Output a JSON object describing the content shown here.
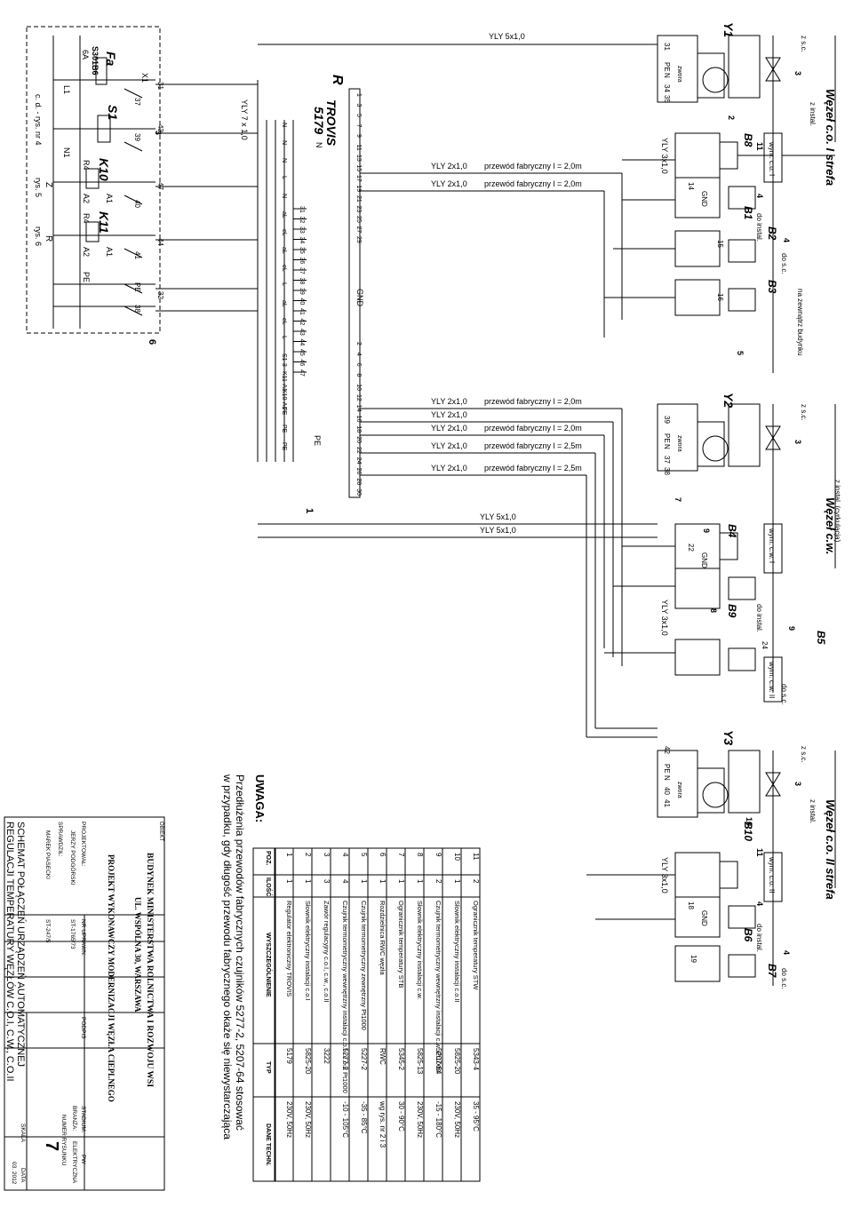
{
  "page": {
    "background": "#ffffff",
    "ink": "#000000"
  },
  "left_panel": {
    "fa_title": "Fa",
    "fa_type": "S301B6",
    "fa_rating": "6A",
    "s1_label": "S1",
    "l1": "L1",
    "n1": "N1",
    "k10": "K10",
    "k11": "K11",
    "r4_a": "R4",
    "r4_b": "R4",
    "a1_a": "A1",
    "a1_b": "A1",
    "a2_a": "A2",
    "a2_b": "A2",
    "pe": "PE",
    "terminals_top": [
      "31",
      "43",
      "47",
      "44",
      "32"
    ],
    "terminals_x": [
      "37",
      "39",
      "40",
      "41",
      "PE",
      "38"
    ],
    "x1": "X1",
    "three": "3",
    "six": "6",
    "note_cd": "c. d. - rys. nr 4",
    "z_label": "Z",
    "r_label": "R",
    "rys5": "rys. 5",
    "rys6": "rys. 6"
  },
  "controller": {
    "ref": "R",
    "name": "TROVIS",
    "model": "5179",
    "cable_main": "YLY 7 x 1,0",
    "terms_left_top": [
      "1",
      "3",
      "5",
      "7",
      "9",
      "11",
      "13",
      "15",
      "17",
      "19",
      "21",
      "23",
      "25",
      "27",
      "29"
    ],
    "terms_left_bot": [
      "31",
      "32",
      "33",
      "34",
      "35",
      "36",
      "37",
      "38",
      "39",
      "40",
      "41",
      "42",
      "43",
      "44",
      "45",
      "46",
      "47"
    ],
    "terms_right": [
      "2",
      "4",
      "6",
      "8",
      "10",
      "12",
      "14",
      "16",
      "18",
      "20",
      "22",
      "24",
      "26",
      "28",
      "30"
    ],
    "gnd": "GND",
    "n": "N",
    "pe": "PE",
    "wire_labels": [
      "N",
      "N",
      "N",
      "L",
      "N",
      "aL",
      "eL",
      "aL",
      "eL",
      "L",
      "aL",
      "eL",
      "L",
      "S1-3",
      "K11-A1",
      "K10-A1",
      "PE",
      "PE",
      "PE"
    ],
    "one": "1"
  },
  "cables": {
    "yly5": "YLY 5x1,0",
    "yly2": "YLY 2x1,0",
    "yly3": "YLY 3x1,0",
    "fab20": "przewód fabryczny l = 2,0m",
    "fab25": "przewód fabryczny l = 2,5m"
  },
  "groups": [
    {
      "title": "Węzeł c.o. I strefa",
      "valve": "Y1",
      "sensors": [
        "B8",
        "B1",
        "B2",
        "B3"
      ],
      "terminals": [
        "31",
        "PE",
        "N",
        "34",
        "35",
        "14",
        "GND",
        "15",
        "16"
      ]
    },
    {
      "title": "Węzeł c.w.",
      "valve": "Y2",
      "sensors": [
        "B4",
        "B9",
        "B5"
      ],
      "terminals": [
        "39",
        "PE",
        "N",
        "37",
        "38",
        "22",
        "GND",
        "24"
      ]
    },
    {
      "title": "Węzeł c.o. II strefa",
      "valve": "Y3",
      "sensors": [
        "B10",
        "B6",
        "B7"
      ],
      "terminals": [
        "42",
        "PE",
        "N",
        "40",
        "41",
        "18",
        "GND",
        "19"
      ]
    }
  ],
  "field_labels": {
    "zsc": "z s.c.",
    "zinstal": "z instal.",
    "doinstal": "do instal.",
    "dosc": "do s.c.",
    "wymco": "wym. c.o. I",
    "wymcw": "wym. c.w. I",
    "wymcw2": "wym. c.w. II",
    "wymco2": "wym. c.o. II",
    "na_zewn": "na zewnątrz budynku",
    "zinstal_cyrk": "z instal. (cyrkulacja)",
    "zwora": "zwora",
    "mark_numbers": [
      "11",
      "4",
      "4",
      "5",
      "9",
      "8",
      "9",
      "7",
      "10",
      "11",
      "4",
      "4",
      "3",
      "3",
      "3",
      "2"
    ]
  },
  "note": {
    "title": "UWAGA:",
    "line1": "Przedłużenia przewodów fabrycznych czujników 5277-2, 5207-64 stosować",
    "line2": "w przypadku, gdy długość przewodu fabrycznego okaże się niewystarczająca"
  },
  "parts_table": {
    "headers": [
      "POZ.",
      "ILOŚĆ",
      "WYSZCZEGÓLNIENIE",
      "TYP",
      "DANE TECHN."
    ],
    "rows": [
      [
        "11",
        "2",
        "Ogranicznik temperatury STW",
        "5343-4",
        "35 - 95°C"
      ],
      [
        "10",
        "1",
        "Słownik elektryczny instalacji c.o.II",
        "5825-20",
        "230V, 50Hz"
      ],
      [
        "9",
        "2",
        "Czujnik termometryczny wewnętrzny instalacji c.w. Pt1000",
        "5207-64",
        "-15 - 180°C"
      ],
      [
        "8",
        "1",
        "Słownik elektryczny instalacji c.w.",
        "5825-13",
        "230V, 50Hz"
      ],
      [
        "7",
        "1",
        "Ogranicznik temperatury STB",
        "5345-2",
        "30 - 90°C"
      ],
      [
        "6",
        "1",
        "Rozdzielnica RWC węzła",
        "RWC",
        "wg rys. nr 2 i 3"
      ],
      [
        "5",
        "1",
        "Czujnik termometryczny zewnętrzny Pt1000",
        "5227-2",
        "-35 - 85°C"
      ],
      [
        "4",
        "4",
        "Czujnik termometryczny wewnętrzny instalacji c.o.I i c.o.II Pt1000",
        "5277-2",
        "-10 - 105°C"
      ],
      [
        "3",
        "3",
        "Zawór regulacyjny c.o.I, c.w., c.o.II",
        "3222",
        ""
      ],
      [
        "2",
        "1",
        "Słownik elektryczny instalacji c.o.I",
        "5825-20",
        "230V, 50Hz"
      ],
      [
        "1",
        "1",
        "Regulator elektroniczny TROVIS",
        "5179",
        "230V, 50Hz"
      ]
    ]
  },
  "title_block": {
    "obiekt": "OBIEKT",
    "building": "BUDYNEK MINISTERSTWA ROLNICTWA I ROZWOJU WSI",
    "address": "UL. WSPÓLNA 30, WARSZAWA",
    "project": "PROJEKT WYKONAWCZY MODERNIZACJI WĘZŁA CIEPLNEGO",
    "projektowal": "PROJEKTOWAŁ:",
    "designer": "JERZY PODGÓRSKI",
    "sprawdzil": "SPRAWDZIŁ:",
    "checker": "MAREK PIASECKI",
    "nr_upr": "NR UPRAWN.",
    "nr1": "ST-1765/73",
    "nr2": "ST-247/5",
    "podpis": "PODPIS",
    "stadium": "STADIUM:",
    "stadium_val": "PW",
    "branza": "BRANŻA:",
    "branza_val": "ELEKTRYCZNA",
    "nr_rys": "NUMER RYSUNKU",
    "nr_rys_val": "7",
    "drawing_title1": "SCHEMAT POŁĄCZEŃ URZĄDZEŃ AUTOMATYCZNEJ",
    "drawing_title2": "REGULACJI TEMPERATURY WĘZŁÓW C.O.I, C.W., C.O.II",
    "skala": "SKALA",
    "data": "DATA",
    "data_val": "03. 2012"
  }
}
